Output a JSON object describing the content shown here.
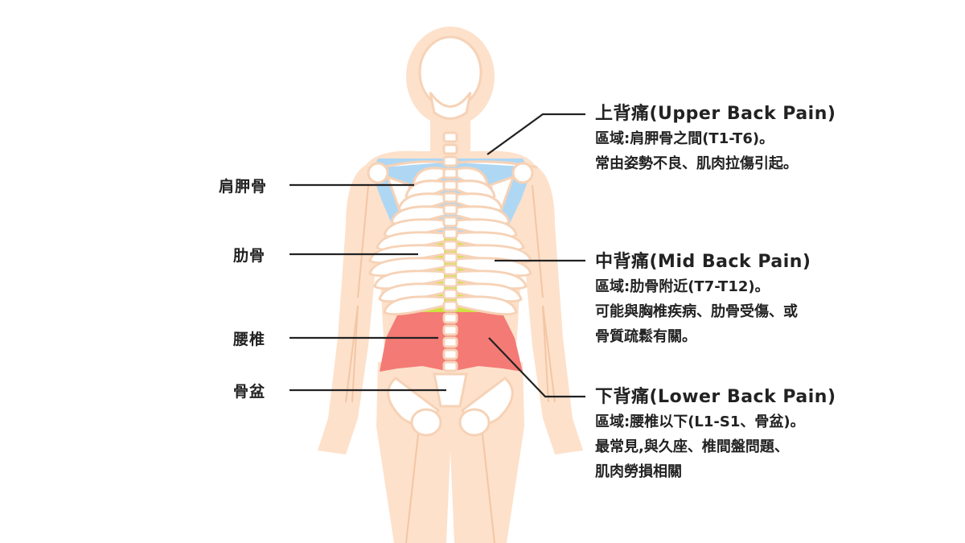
{
  "left_labels": {
    "scapula": "肩胛骨",
    "ribs": "肋骨",
    "lumbar": "腰椎",
    "pelvis": "骨盆"
  },
  "callouts": {
    "upper": {
      "title": "上背痛(Upper Back Pain)",
      "line1": "區域:肩胛骨之間(T1-T6)。",
      "line2": "常由姿勢不良、肌肉拉傷引起。"
    },
    "mid": {
      "title": "中背痛(Mid Back Pain)",
      "line1": "區域:肋骨附近(T7-T12)。",
      "line2": "可能與胸椎疾病、肋骨受傷、或",
      "line3": "骨質疏鬆有關。"
    },
    "lower": {
      "title": "下背痛(Lower Back Pain)",
      "line1": "區域:腰椎以下(L1-S1、骨盆)。",
      "line2": "最常見,與久座、椎間盤問題、",
      "line3": "肌肉勞損相關"
    }
  },
  "colors": {
    "body": "#fde1cb",
    "upper_zone": "#aed7f4",
    "mid_zone": "#cfe23f",
    "lower_zone": "#f47a76",
    "bone_outline": "#f6d2b6",
    "leader": "#222222"
  }
}
